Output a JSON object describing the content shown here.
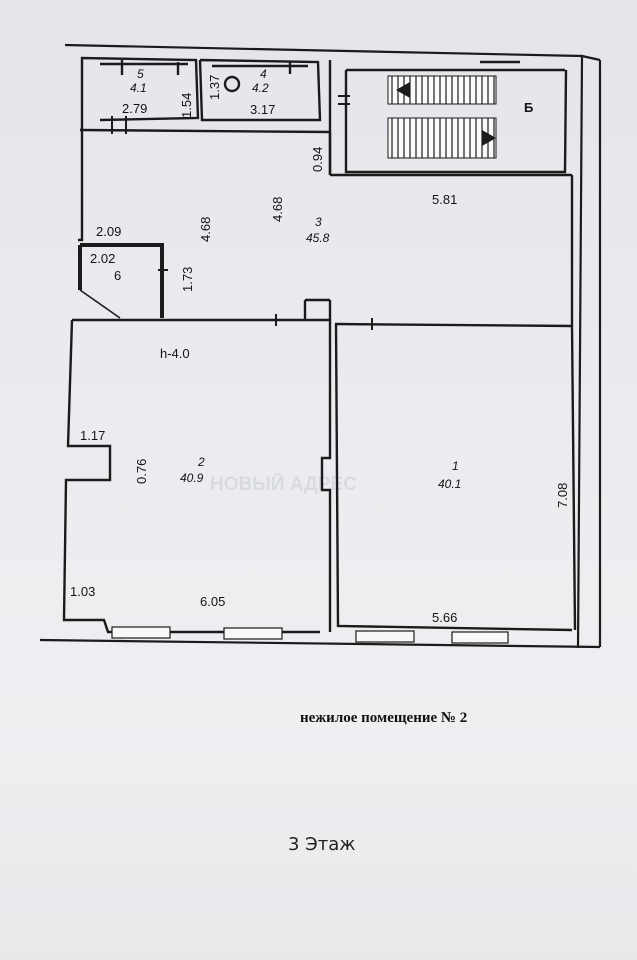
{
  "caption": "нежилое помещение № 2",
  "floor_label": "3 Этаж",
  "watermark": "НОВЫЙ АДРЕС",
  "rooms": {
    "r1": {
      "number": "1",
      "area": "40.1"
    },
    "r2": {
      "number": "2",
      "area": "40.9"
    },
    "r3": {
      "number": "3",
      "area": "45.8"
    },
    "r4": {
      "number": "4",
      "area": "4.2"
    },
    "r5": {
      "number": "5",
      "area": "4.1"
    },
    "r6": {
      "number": "6"
    },
    "stair": {
      "label": "Б"
    }
  },
  "dims": {
    "d279": "2.79",
    "d154": "1.54",
    "d137": "1.37",
    "d317": "3.17",
    "d094": "0.94",
    "d581": "5.81",
    "d468a": "4.68",
    "d468b": "4.68",
    "d209": "2.09",
    "d202": "2.02",
    "d173": "1.73",
    "h": "h-4.0",
    "d117": "1.17",
    "d076": "0.76",
    "d708": "7.08",
    "d103": "1.03",
    "d605": "6.05",
    "d566": "5.66"
  }
}
